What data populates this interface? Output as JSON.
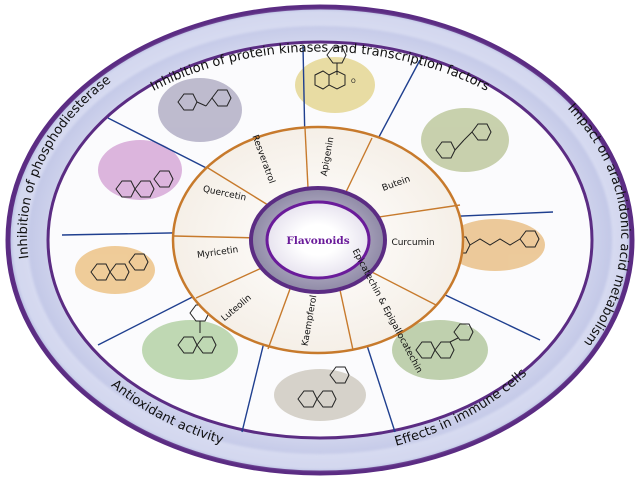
{
  "center": {
    "title": "Flavonoids"
  },
  "outer_ring": [
    {
      "id": "kinases",
      "label": "Inhibition of protein kinases and transcription factors"
    },
    {
      "id": "arachidonic",
      "label": "Impact on arachidonic acid metabolism"
    },
    {
      "id": "immune",
      "label": "Effects in immune cells"
    },
    {
      "id": "antioxidant",
      "label": "Antioxidant activity"
    },
    {
      "id": "phosphodiesterase",
      "label": "Inhibition of phosphodiesterase"
    }
  ],
  "compounds": [
    {
      "id": "apigenin",
      "label": "Apigenin"
    },
    {
      "id": "butein",
      "label": "Butein"
    },
    {
      "id": "curcumin",
      "label": "Curcumin"
    },
    {
      "id": "epicatechin",
      "label": "Epicatechin & Epigallocatechin"
    },
    {
      "id": "kaempferol",
      "label": "Kaempferol"
    },
    {
      "id": "luteolin",
      "label": "Luteolin"
    },
    {
      "id": "myricetin",
      "label": "Myricetin"
    },
    {
      "id": "quercetin",
      "label": "Quercetin"
    },
    {
      "id": "resveratrol",
      "label": "Resveratrol"
    }
  ],
  "colors": {
    "outer_ring_border": "#5b2c83",
    "outer_ring_fill": "#cfd3ee",
    "inner_ring_border": "#c77a2c",
    "spokes": "#1f3f8f",
    "center_text": "#6a1b9a"
  }
}
